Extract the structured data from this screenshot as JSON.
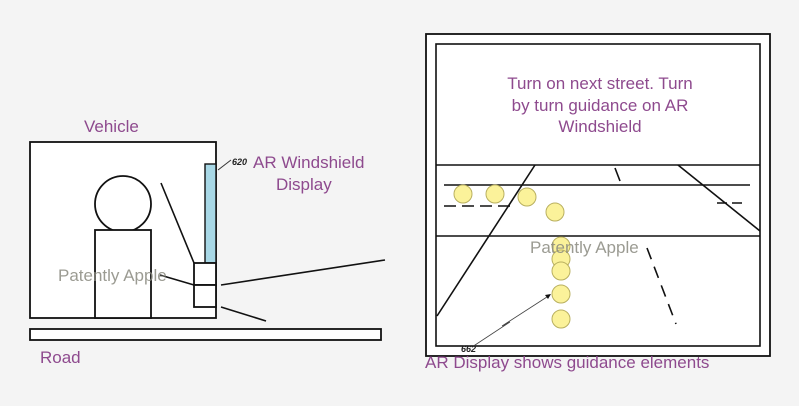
{
  "left_figure": {
    "vehicle_label": "Vehicle",
    "windshield_ref": "620",
    "windshield_label_line1": "AR Windshield",
    "windshield_label_line2": "Display",
    "road_label": "Road",
    "watermark": "Patently Apple"
  },
  "right_figure": {
    "message_line1": "Turn on next street. Turn",
    "message_line2": "by turn guidance on AR",
    "message_line3": "Windshield",
    "guidance_ref": "662",
    "caption": "AR Display shows guidance elements",
    "watermark": "Patently Apple"
  },
  "colors": {
    "label": "#8e4a8e",
    "windshield": "#a8d8e6",
    "guidance_dot": "#fbf29a"
  }
}
